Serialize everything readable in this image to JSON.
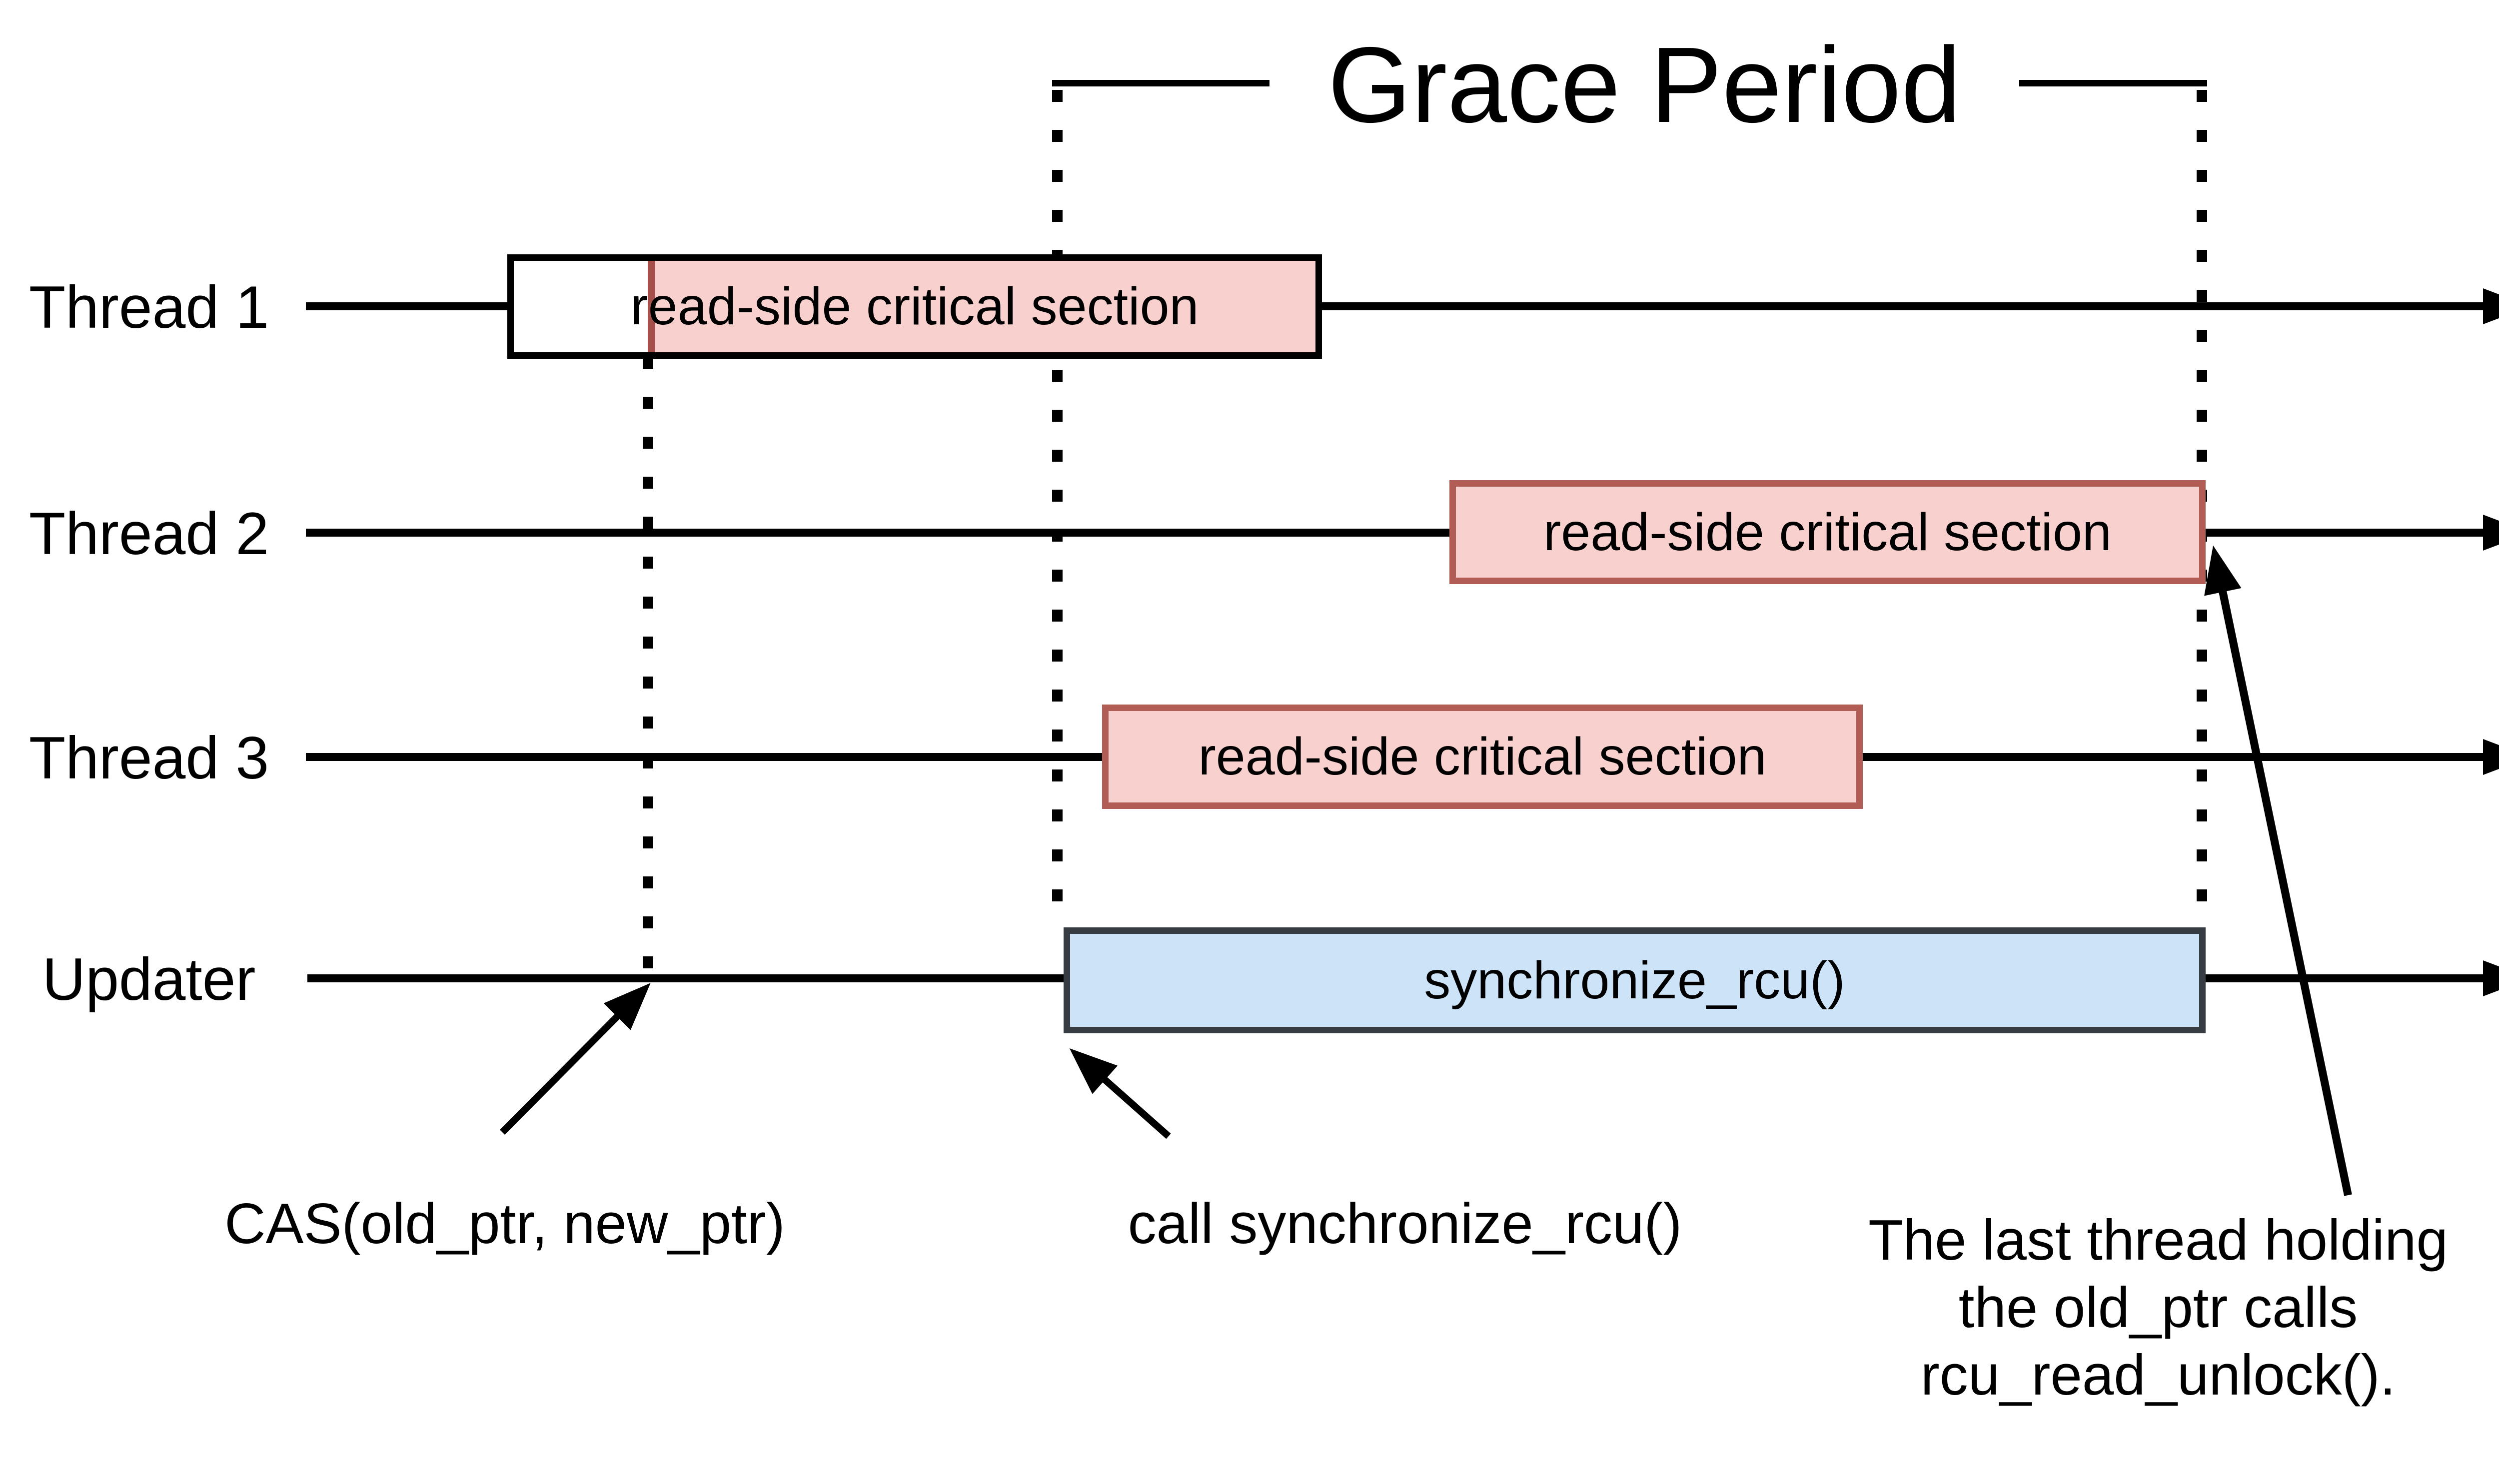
{
  "title": "Grace Period",
  "rows": [
    {
      "label": "Thread 1",
      "box": "read-side critical section"
    },
    {
      "label": "Thread 2",
      "box": "read-side critical section"
    },
    {
      "label": "Thread 3",
      "box": "read-side critical section"
    },
    {
      "label": "Updater",
      "box": "synchronize_rcu()"
    }
  ],
  "annotations": {
    "cas": "CAS(old_ptr, new_ptr)",
    "call_sync": "call synchronize_rcu()",
    "last_thread_lines": {
      "0": "The last thread holding",
      "1": "the old_ptr calls",
      "2": "rcu_read_unlock()."
    }
  },
  "colors": {
    "background": "#ffffff",
    "line_black": "#000000",
    "read_box_fill": "#f8d1ce",
    "read_box_border": "#b25c56",
    "thread1_divider_red": "#a6504b",
    "sync_box_fill": "#cde3f8",
    "sync_box_border": "#363c42"
  }
}
